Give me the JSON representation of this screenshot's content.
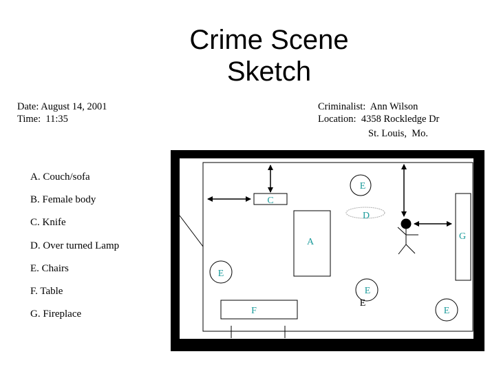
{
  "title": {
    "line1": "Crime Scene",
    "line2": "Sketch"
  },
  "info": {
    "date": "Date: August 14, 2001",
    "time": "Time:  11:35",
    "criminalist": "Criminalist:  Ann Wilson",
    "location": "Location:  4358 Rockledge Dr",
    "city": "St. Louis,  Mo."
  },
  "legend": [
    "A.  Couch/sofa",
    "B.  Female body",
    "C.  Knife",
    "D.  Over turned Lamp",
    "E.  Chairs",
    "F.  Table",
    "G.  Fireplace"
  ],
  "sketch": {
    "labels": {
      "A": "A",
      "C": "C",
      "D": "D",
      "E": "E",
      "F": "F",
      "G": "G",
      "stray_E": "E"
    },
    "label_color": "#1a9a9a"
  }
}
